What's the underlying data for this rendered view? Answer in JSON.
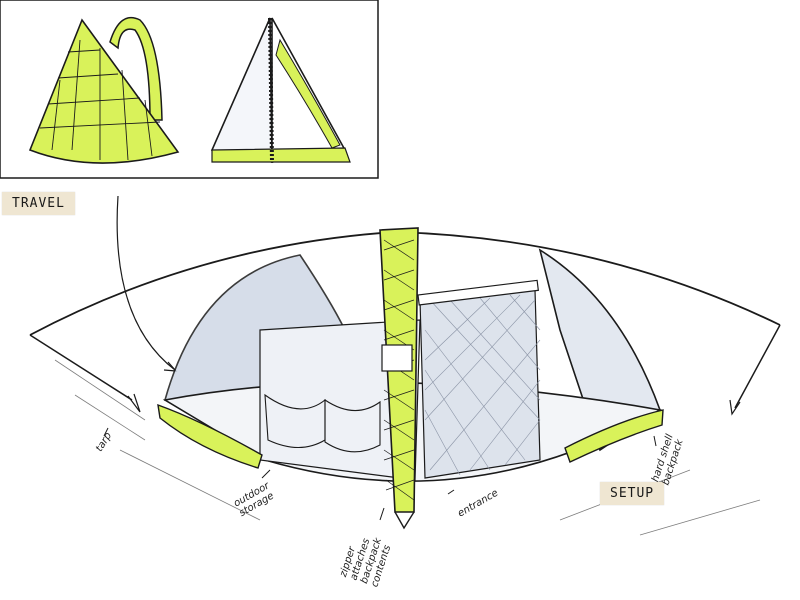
{
  "labels": {
    "travel": "TRAVEL",
    "setup": "SETUP"
  },
  "annotations": {
    "tarp": "tarp",
    "outdoor_storage": "outdoor\nstorage",
    "zipper": "zipper\nattaches\nbackpack\ncontents",
    "entrance": "entrance",
    "hard_shell": "hard shell\nbackpack"
  },
  "colors": {
    "accent": "#d9f25a",
    "ink": "#1b1b1b",
    "shade": "#cfd8e6",
    "tape": "#efe6d2"
  }
}
